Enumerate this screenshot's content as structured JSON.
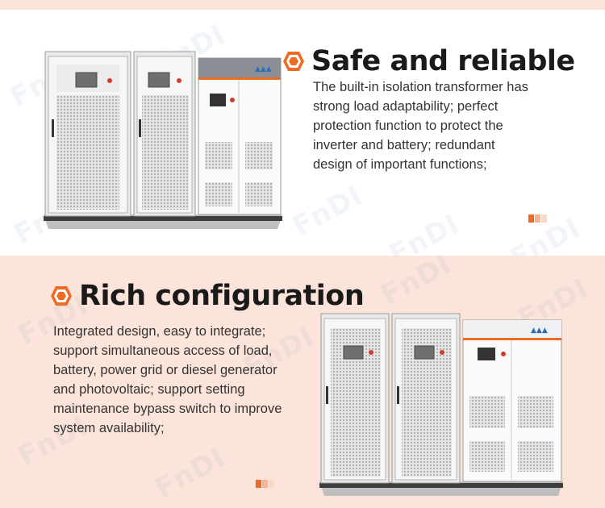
{
  "colors": {
    "accent": "#ee6a25",
    "accent_light": "#f7b48e",
    "accent_pale": "#fbd8c4",
    "panel_bg_pink": "#fce4da",
    "heading": "#1a1a1a",
    "text": "#333333"
  },
  "watermark": {
    "text": "FnDI",
    "logo_icon": "fndi-logo-icon"
  },
  "sections": [
    {
      "icon": "hexagon-bullet-icon",
      "heading": "Safe and reliable",
      "lines": [
        "The built-in isolation transformer has",
        "strong load adaptability; perfect",
        "protection function to protect the",
        "inverter and battery; redundant",
        "design of important functions;"
      ],
      "image_icon": "ups-cabinet-illustration"
    },
    {
      "icon": "hexagon-bullet-icon",
      "heading": "Rich configuration",
      "lines": [
        "Integrated design, easy to integrate;",
        "support simultaneous access of load,",
        "battery, power grid or diesel generator",
        "and photovoltaic; support setting",
        "maintenance bypass switch to improve",
        "system availability;"
      ],
      "image_icon": "ups-cabinet-illustration"
    }
  ]
}
